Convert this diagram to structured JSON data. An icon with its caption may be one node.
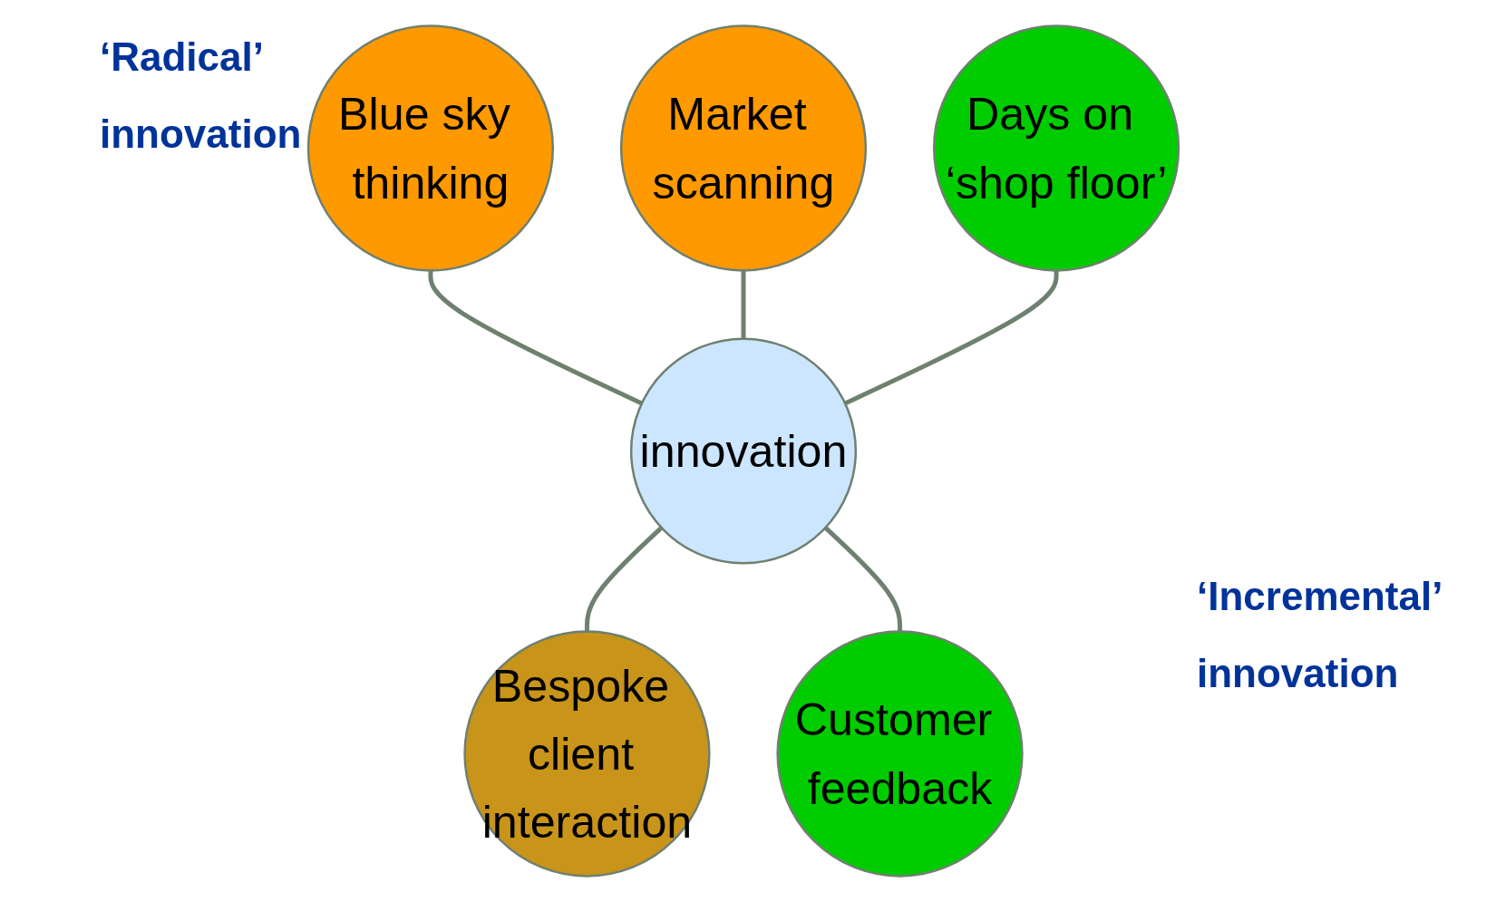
{
  "diagram": {
    "nodes": [
      {
        "text": [
          "Blue sky thinking"
        ]
      },
      {
        "text": [
          "Market scanning"
        ]
      },
      {
        "text": [
          "Days on ‘shop floor’"
        ]
      },
      {
        "text": [
          "innovation"
        ]
      },
      {
        "text": [
          "Bespoke client interaction"
        ]
      },
      {
        "text": [
          "Customer feedback"
        ]
      }
    ],
    "edges": [
      {
        "from": 0,
        "to": 3,
        "arrow": "none"
      },
      {
        "from": 1,
        "to": 3,
        "arrow": "none"
      },
      {
        "from": 2,
        "to": 3,
        "arrow": "none"
      },
      {
        "from": 3,
        "to": 4,
        "arrow": "none"
      },
      {
        "from": 3,
        "to": 5,
        "arrow": "none"
      }
    ],
    "labels": [
      "‘Radical’ innovation",
      "‘Incremental’ innovation"
    ]
  }
}
